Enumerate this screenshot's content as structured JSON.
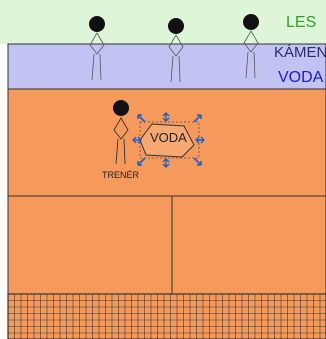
{
  "zones": {
    "les": {
      "label": "LES",
      "color": "#dff5d8",
      "text_color": "#2fa12f"
    },
    "kamen": {
      "label": "KÁMEN",
      "color": "#c2c2f3",
      "text_color": "#2b2b66"
    },
    "voda": {
      "label": "VODA",
      "color": "#c2c2f3",
      "text_color": "#1a1ae0"
    },
    "court": {
      "color": "#f59a5a"
    }
  },
  "figures": {
    "trainer_label": "TRENÉR"
  },
  "selected_shape": {
    "label": "VODA",
    "fill": "#f7a873",
    "handle_color": "#1a5fd1"
  },
  "colors": {
    "line": "#333333",
    "grid": "#444444"
  }
}
